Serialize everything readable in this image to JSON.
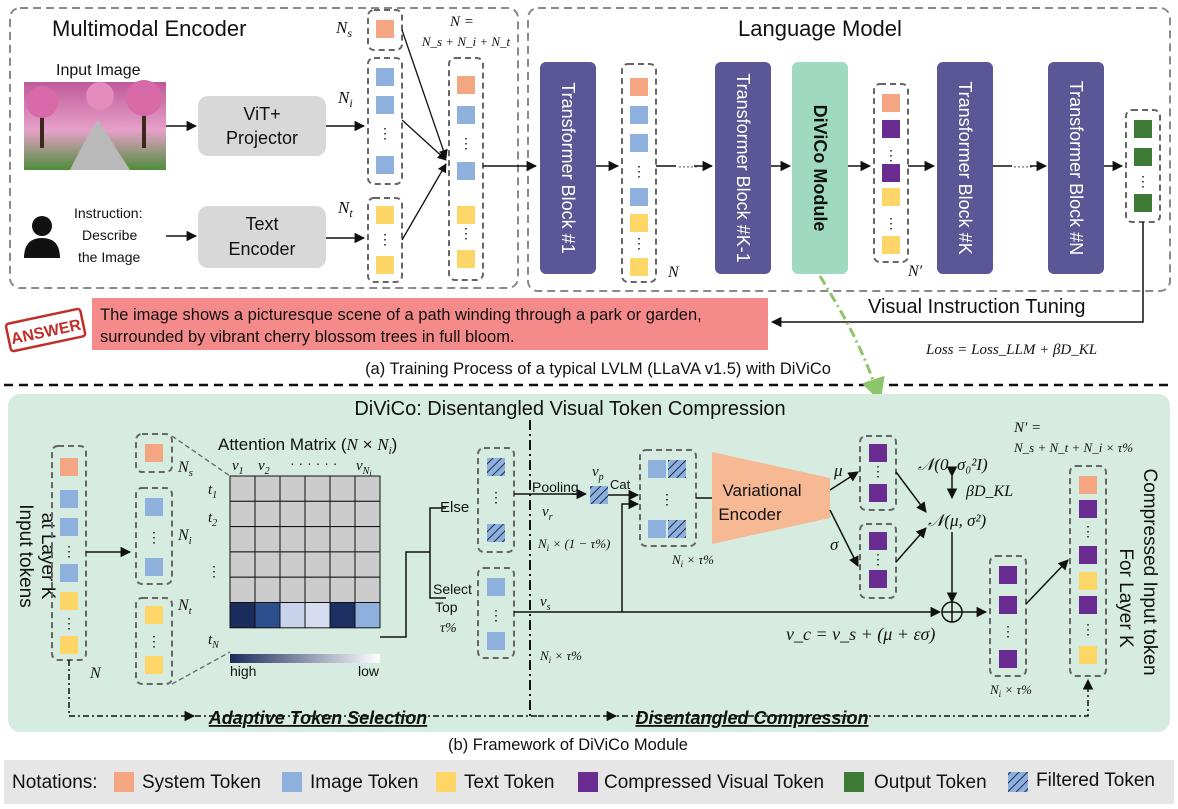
{
  "encoder": {
    "title": "Multimodal Encoder",
    "input_image_label": "Input Image",
    "vit_label_1": "ViT+",
    "vit_label_2": "Projector",
    "instruction_1": "Instruction:",
    "instruction_2": "Describe",
    "instruction_3": "the Image",
    "text_encoder_1": "Text",
    "text_encoder_2": "Encoder",
    "ns": "N",
    "ns_sub": "s",
    "ni": "N",
    "ni_sub": "i",
    "nt": "N",
    "nt_sub": "t",
    "n_eq_1": "N =",
    "n_eq_2": "N_s + N_i + N_t"
  },
  "language_model": {
    "title": "Language Model",
    "block1": "Transformer Block #1",
    "blockk1": "Transformer Block #K-1",
    "divico": "DiViCo Module",
    "blockk": "Transformer Block #K",
    "blockn": "Transformer Block #N",
    "n_label": "N",
    "nprime_label": "N′",
    "vit_tuning": "Visual Instruction Tuning",
    "ellipsis": "·····"
  },
  "answer": {
    "stamp": "ANSWER",
    "line1": "The image shows a picturesque scene of a path winding through a park or garden,",
    "line2": "surrounded by vibrant cherry blossom trees in full bloom.",
    "loss": "Loss = Loss_LLM + βD_KL"
  },
  "caption_a": "(a) Training Process of a typical LVLM (LLaVA v1.5) with DiViCo",
  "divico": {
    "title": "DiViCo: Disentangled Visual Token Compression",
    "input_tokens_1": "Input tokens",
    "input_tokens_2": "at Layer K",
    "n_label": "N",
    "attention_title": "Attention Matrix (N × N_i)",
    "cols": [
      "v₁",
      "v₂",
      "· · · · · ·",
      "v_Ni"
    ],
    "rows": [
      "t₁",
      "t₂",
      "⋮",
      "t_N"
    ],
    "high": "high",
    "low": "low",
    "else_label": "Else",
    "select_1": "Select",
    "select_2": "Top",
    "select_3": "τ%",
    "pooling": "Pooling",
    "cat": "Cat",
    "vp": "v_p",
    "vr": "v_r",
    "vs": "v_s",
    "ni_1mtau": "N_i × (1 − τ%)",
    "ni_tau": "N_i × τ%",
    "variational_1": "Variational",
    "variational_2": "Encoder",
    "mu": "μ",
    "sigma": "σ",
    "prior": "𝒩(0, σ₀²I)",
    "beta_kl": "βD_KL",
    "posterior": "𝒩(μ, σ²)",
    "vc": "v_c = v_s + (μ + εσ)",
    "nprime_1": "N′ =",
    "nprime_2": "N_s + N_t + N_i × τ%",
    "compressed_1": "Compressed Input token",
    "compressed_2": "For Layer K",
    "adaptive": "Adaptive Token Selection",
    "disentangled": "Disentangled Compression"
  },
  "caption_b": "(b) Framework of DiViCo Module",
  "notations": {
    "label": "Notations:",
    "items": [
      "System Token",
      "Image Token",
      "Text Token",
      "Compressed Visual Token",
      "Output Token",
      "Filtered Token"
    ]
  },
  "colors": {
    "system": "#f4a582",
    "image": "#8eb0dd",
    "text": "#fdd667",
    "compressed": "#6a2c91",
    "output": "#3d7a35",
    "transformer": "#5b5796",
    "divico_block": "#9fd9c0",
    "panel_b": "#d6ece0",
    "answer_bg": "#f58a8a",
    "legend_bg": "#e6e6e6"
  }
}
